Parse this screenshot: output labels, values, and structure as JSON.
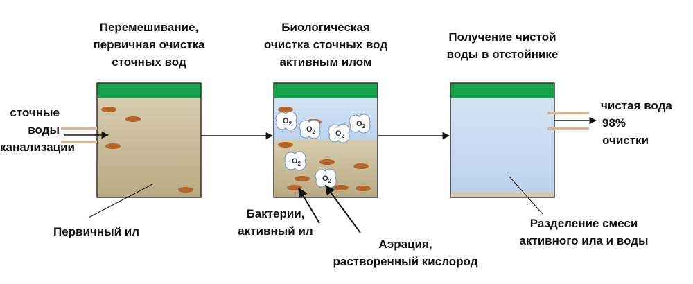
{
  "headings": {
    "tank1": [
      "Перемешивание,",
      "первичная очистка",
      "сточных вод"
    ],
    "tank2": [
      "Биологическая",
      "очистка сточных вод",
      "активным илом"
    ],
    "tank3": [
      "Получение чистой",
      "воды в отстойнике"
    ]
  },
  "inflow_label": [
    "сточные",
    "воды",
    "канализации"
  ],
  "outflow_label": [
    "чистая вода",
    "98%",
    "очистки"
  ],
  "callouts": {
    "primary_sludge": "Первичный ил",
    "bacteria": [
      "Бактерии,",
      "активный ил"
    ],
    "aeration": [
      "Аэрация,",
      "растворенный кислород"
    ],
    "separation": [
      "Разделение смеси",
      "активного ила и воды"
    ]
  },
  "bubble_text": "O",
  "bubble_subscript": "2",
  "colors": {
    "lid": "#16a24a",
    "sludge": "#c2b48e",
    "water": "#c7daf0",
    "particle": "#b5652a",
    "pipe": "#d9b593",
    "arrow": "#111111"
  }
}
